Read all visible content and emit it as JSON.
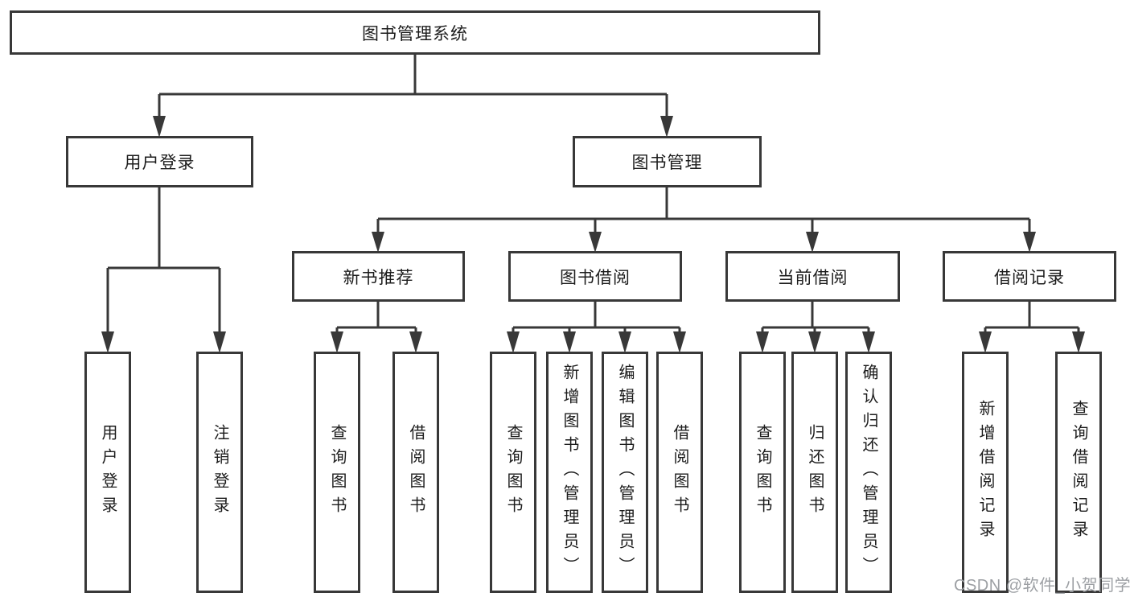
{
  "tree": {
    "root": "图书管理系统",
    "children": [
      {
        "label": "用户登录",
        "children": [
          "用户登录",
          "注销登录"
        ]
      },
      {
        "label": "图书管理",
        "children": [
          {
            "label": "新书推荐",
            "children": [
              "查询图书",
              "借阅图书"
            ]
          },
          {
            "label": "图书借阅",
            "children": [
              "查询图书",
              "新增图书（管理员）",
              "编辑图书（管理员）",
              "借阅图书"
            ]
          },
          {
            "label": "当前借阅",
            "children": [
              "查询图书",
              "归还图书",
              "确认归还（管理员）"
            ]
          },
          {
            "label": "借阅记录",
            "children": [
              "新增借阅记录",
              "查询借阅记录"
            ]
          }
        ]
      }
    ]
  },
  "watermark": "CSDN @软件_小贺同学",
  "colors": {
    "line": "#383838",
    "box_border": "#383838",
    "box_fill": "#ffffff",
    "text": "#1c1c1c",
    "watermark": "#9da0a4"
  }
}
